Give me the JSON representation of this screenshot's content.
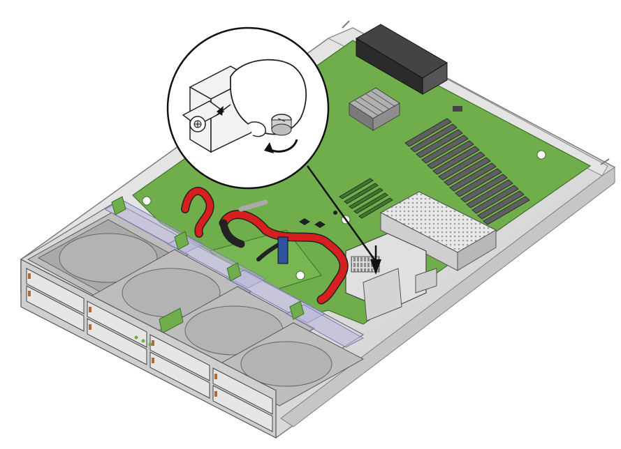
{
  "figure": {
    "kind": "technical-illustration",
    "subject": "server-module-internal-view",
    "inset": "thumbscrew-callout",
    "arrow": "down-arrow-to-bracket",
    "colors": {
      "board_green": "#6fae4a",
      "board_green_dark": "#4f8a34",
      "chassis_gray": "#d9d9d9",
      "chassis_edge": "#8c8c8c",
      "cable_red": "#d62020",
      "cable_black": "#333333",
      "drive_gray": "#bfbfbf",
      "drive_lavender": "#b7b4d9",
      "heatsink": "#9a9a9a",
      "outline": "#1a1a1a"
    }
  }
}
